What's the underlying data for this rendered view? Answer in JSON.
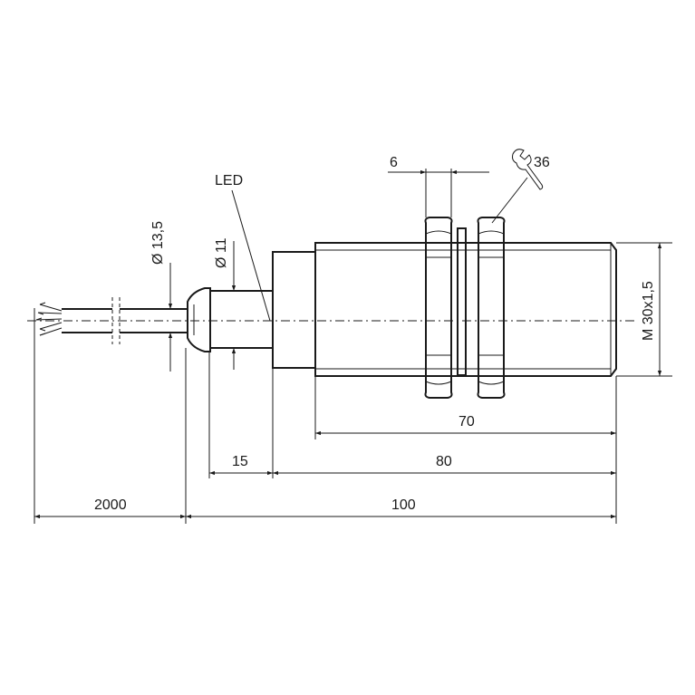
{
  "drawing": {
    "led_label": "LED",
    "diameter_cable_label": "Ø 13,5",
    "diameter_neck_label": "Ø 11",
    "thread_label": "M 30x1,5",
    "nut_thickness_label": "6",
    "wrench_size_label": "36",
    "dim_cable_length": "2000",
    "dim_total_length": "100",
    "dim_body_length": "80",
    "dim_thread_length": "70",
    "dim_neck_length": "15"
  },
  "colors": {
    "ink": "#1a1a1a",
    "background": "#ffffff"
  }
}
